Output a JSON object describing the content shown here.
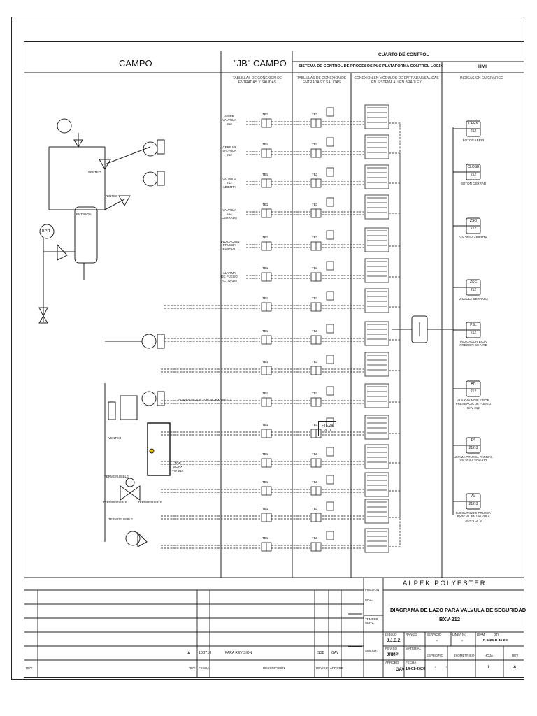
{
  "header": {
    "campo": "CAMPO",
    "jb_campo": "\"JB\" CAMPO",
    "cuarto_control": "CUARTO DE CONTROL",
    "sistema": "SISTEMA DE CONTROL DE PROCESOS PLC PLATAFORMA CONTROL LOGIX",
    "hmi": "HMI"
  },
  "subheaders": {
    "tablillas_jb": "TABLILLAS DE CONEXION DE ENTRADAS Y SALIDAS",
    "tablillas_cc": "TABLILLAS DE CONEXION DE ENTRADAS Y SALIDAS",
    "modulos": "CONEXION EN MODULOS DE ENTRADAS/SALIDAS EN SISTEMA ALLEN BRADLEY",
    "indicacion": "INDICACION EN GRAFICO"
  },
  "field_labels": {
    "abrir": "ABRIR VALVULA 212",
    "cerrar": "CERRAR VALVULA 212",
    "abierta": "VALVULA 212 ABIERTA",
    "cerrada": "VALVULA 212 CERRADA",
    "prueba": "INDICACION PRUEBA PARCIAL",
    "alarma": "ALARMA DE FUEGO ACTIVADA",
    "venteo1": "VENTEO",
    "venteo2": "VENTEO",
    "entrada": "ENTRADA",
    "bpit": "BPIT",
    "alim": "ALIMENTACION TOP WORX TW-212",
    "fte": "FTE 24 VCD",
    "tb": "TB1",
    "venteo3": "VENTEO",
    "termo1": "TERMOFUSIBLE",
    "termo2": "TERMOFUSIBLE",
    "termo3": "TERMOFUSIBLE",
    "termo4": "TERMOFUSIBLE",
    "topworx": "TOP WORX TW-212"
  },
  "hmi": [
    {
      "tag": "OPEN",
      "num": "212",
      "caption": "BOTON ABRIR"
    },
    {
      "tag": "CLOSE",
      "num": "212",
      "caption": "BOTON CERRAR"
    },
    {
      "tag": "ZSO",
      "num": "212",
      "caption": "VALVULA ABIERTA"
    },
    {
      "tag": "ZSC",
      "num": "212",
      "caption": "VALVULA CERRADA"
    },
    {
      "tag": "PSL",
      "num": "212",
      "caption": "INDICADOR BAJA PRESION DE AIRE"
    },
    {
      "tag": "AH",
      "num": "212",
      "caption": "ALARMA NOBLE POR PRESENCIA DE FUEGO BXV-212"
    },
    {
      "tag": "PS",
      "num": "212-3",
      "caption": "ULTIMA PRUEBA PARCIAL VALVULA SOV-212"
    },
    {
      "tag": "AL",
      "num": "212-3",
      "caption": "EJECUTANDO PRUEBA PARCIAL EN VALVULA SOV-212_B"
    }
  ],
  "title_block": {
    "company": "ALPEK POLYESTER",
    "title_line1": "DIAGRAMA DE LAZO PARA VALVULA DE SEGURIDAD",
    "title_line2": "BXV-212",
    "lbl_presion": "PRESION",
    "lbl_max": "MAX.",
    "lbl_temp": "TEMPER. SERV.",
    "lbl_aislam": "AISLAM.",
    "lbl_dibujo": "DIBUJO",
    "val_dibujo": "J.J.E.Z.",
    "lbl_reviso": "REVISO",
    "val_reviso": "JRMP",
    "lbl_aprobo": "APROBO",
    "val_aprobo": "GAV",
    "lbl_rango": "RANGO",
    "lbl_material": "MATERIAL",
    "lbl_fecha": "FECHA",
    "val_fecha": "14-01-2020",
    "lbl_servicio": "SERVICIO",
    "lbl_linea": "LINEA No",
    "lbl_diam": "DIAM",
    "lbl_dti": "DTI",
    "val_dti": "F-0026-B-46-2C",
    "lbl_especific": "ESPECIFIC",
    "lbl_isometrico": "ISOMETRICO",
    "lbl_hoja": "HOJA",
    "val_hoja": "1",
    "lbl_rev": "REV",
    "val_rev": "A",
    "dash": "-",
    "rev_letter": "A",
    "rev_date": "100718",
    "rev_desc": "PARA REVISION",
    "rev_by": "SSB",
    "rev_appr": "GAV",
    "col_rev": "REV",
    "col_rev2": "REV",
    "col_fecha": "FECHA",
    "col_desc": "DESCRIPCION",
    "col_reviso": "REVISO",
    "col_aprobo": "APROBO"
  }
}
